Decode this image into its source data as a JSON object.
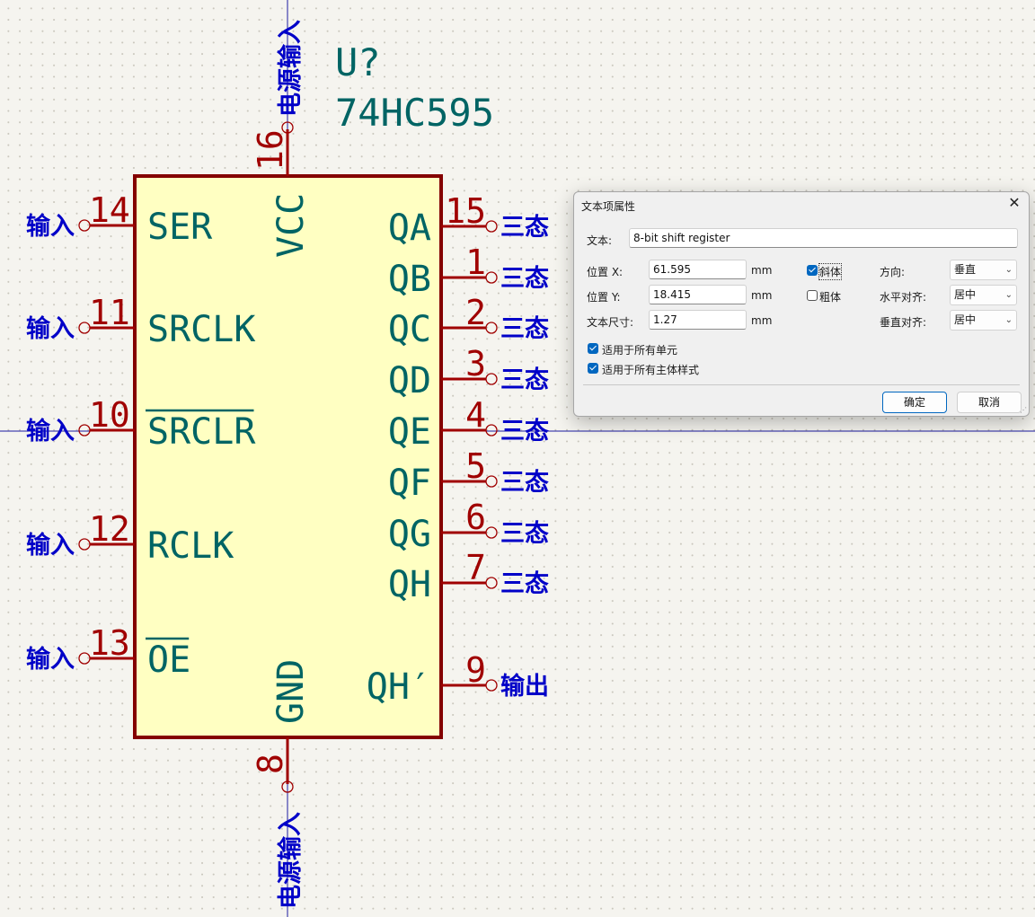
{
  "component": {
    "reference": "U?",
    "value": "74HC595",
    "left_pins": [
      {
        "number": "14",
        "name": "SER",
        "net": "输入",
        "overbar": false
      },
      {
        "number": "11",
        "name": "SRCLK",
        "net": "输入",
        "overbar": false
      },
      {
        "number": "10",
        "name": "SRCLR",
        "net": "输入",
        "overbar": true
      },
      {
        "number": "12",
        "name": "RCLK",
        "net": "输入",
        "overbar": false
      },
      {
        "number": "13",
        "name": "OE",
        "net": "输入",
        "overbar": true
      }
    ],
    "right_pins": [
      {
        "number": "15",
        "name": "QA",
        "net": "三态"
      },
      {
        "number": "1",
        "name": "QB",
        "net": "三态"
      },
      {
        "number": "2",
        "name": "QC",
        "net": "三态"
      },
      {
        "number": "3",
        "name": "QD",
        "net": "三态"
      },
      {
        "number": "4",
        "name": "QE",
        "net": "三态"
      },
      {
        "number": "5",
        "name": "QF",
        "net": "三态"
      },
      {
        "number": "6",
        "name": "QG",
        "net": "三态"
      },
      {
        "number": "7",
        "name": "QH",
        "net": "三态"
      },
      {
        "number": "9",
        "name": "QH′",
        "net": "输出"
      }
    ],
    "top_pin": {
      "number": "16",
      "name": "VCC",
      "net": "电源输入"
    },
    "bottom_pin": {
      "number": "8",
      "name": "GND",
      "net": "电源输入"
    }
  },
  "dialog": {
    "title": "文本项属性",
    "close_label": "✕",
    "text_label": "文本:",
    "text_value": "8-bit shift register",
    "pos_x_label": "位置 X:",
    "pos_x_value": "61.595",
    "pos_y_label": "位置 Y:",
    "pos_y_value": "18.415",
    "size_label": "文本尺寸:",
    "size_value": "1.27",
    "unit": "mm",
    "italic_label": "斜体",
    "italic_checked": true,
    "bold_label": "粗体",
    "bold_checked": false,
    "orientation_label": "方向:",
    "orientation_value": "垂直",
    "h_align_label": "水平对齐:",
    "h_align_value": "居中",
    "v_align_label": "垂直对齐:",
    "v_align_value": "居中",
    "apply_all_units_label": "适用于所有单元",
    "apply_all_units_checked": true,
    "apply_all_styles_label": "适用于所有主体样式",
    "apply_all_styles_checked": true,
    "ok_label": "确定",
    "cancel_label": "取消"
  }
}
